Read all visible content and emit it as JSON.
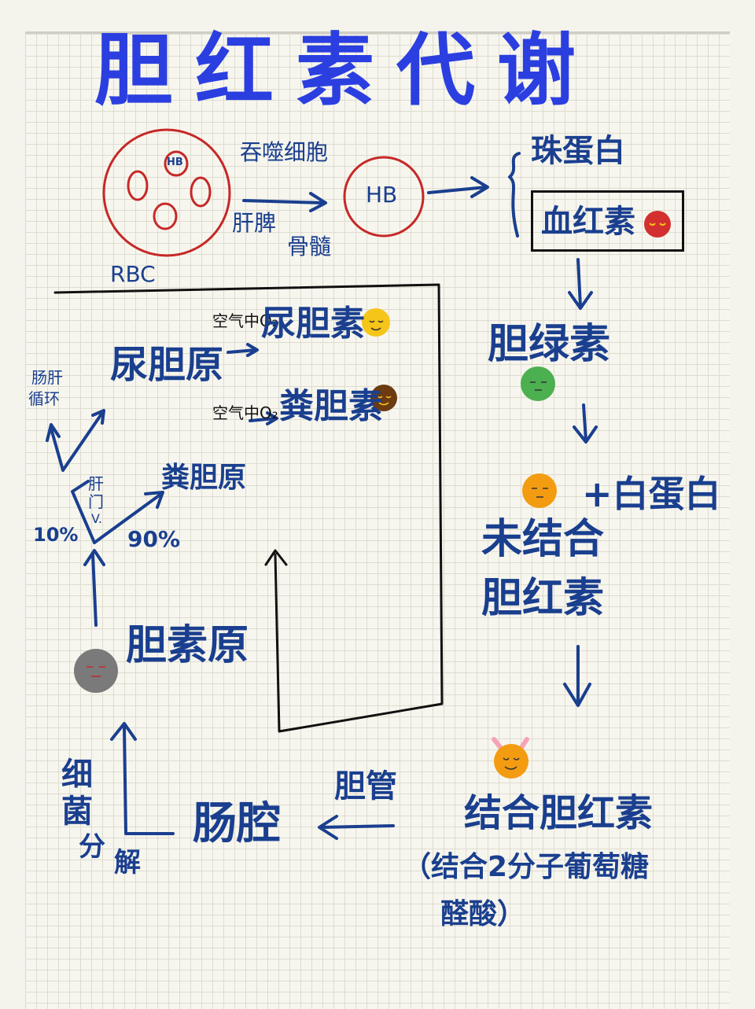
{
  "title": "胆红素代谢",
  "rbc": {
    "hb_small": "HB",
    "label": "RBC"
  },
  "engulf": {
    "top": "吞噬细胞",
    "bottom_line1": "肝脾",
    "bottom_line2": "骨髓"
  },
  "hb": "HB",
  "globin": "珠蛋白",
  "heme": "血红素",
  "biliverdin": "胆绿素",
  "plus_albumin": "+白蛋白",
  "unconjugated": {
    "line1": "未结合",
    "line2": "胆红素"
  },
  "conjugated": "结合胆红素",
  "conjugated_note": {
    "line1": "（结合2分子葡萄糖",
    "line2": "醛酸）"
  },
  "bile_duct": "胆管",
  "intestine": "肠腔",
  "bacteria": {
    "c1": "细",
    "c2": "菌",
    "c3": "分",
    "c4": "解"
  },
  "bilinogen": "胆素原",
  "portal_vein": {
    "line1": "肝",
    "line2": "门",
    "line3": "V."
  },
  "pct_10": "10%",
  "pct_90": "90%",
  "enterohepatic": {
    "line1": "肠肝",
    "line2": "循环"
  },
  "urobilinogen": "尿胆原",
  "stercobilinogen": "粪胆原",
  "oxidation_1": "空气中O₂",
  "oxidation_2": "空气中O₂",
  "urobilin": "尿胆素",
  "stercobilin": "粪胆素",
  "colors": {
    "title": "#2b3fe0",
    "ink": "#1a3f8f",
    "rbc_red": "#c62828",
    "heme_dot": "#d32f2f",
    "biliverdin_dot": "#4caf50",
    "unconjugated_dot": "#f39c12",
    "conjugated_dot": "#f39c12",
    "urobilin_dot": "#f5c518",
    "stercobilin_dot": "#6d3b12",
    "bilinogen_dot": "#7a7a7a"
  }
}
